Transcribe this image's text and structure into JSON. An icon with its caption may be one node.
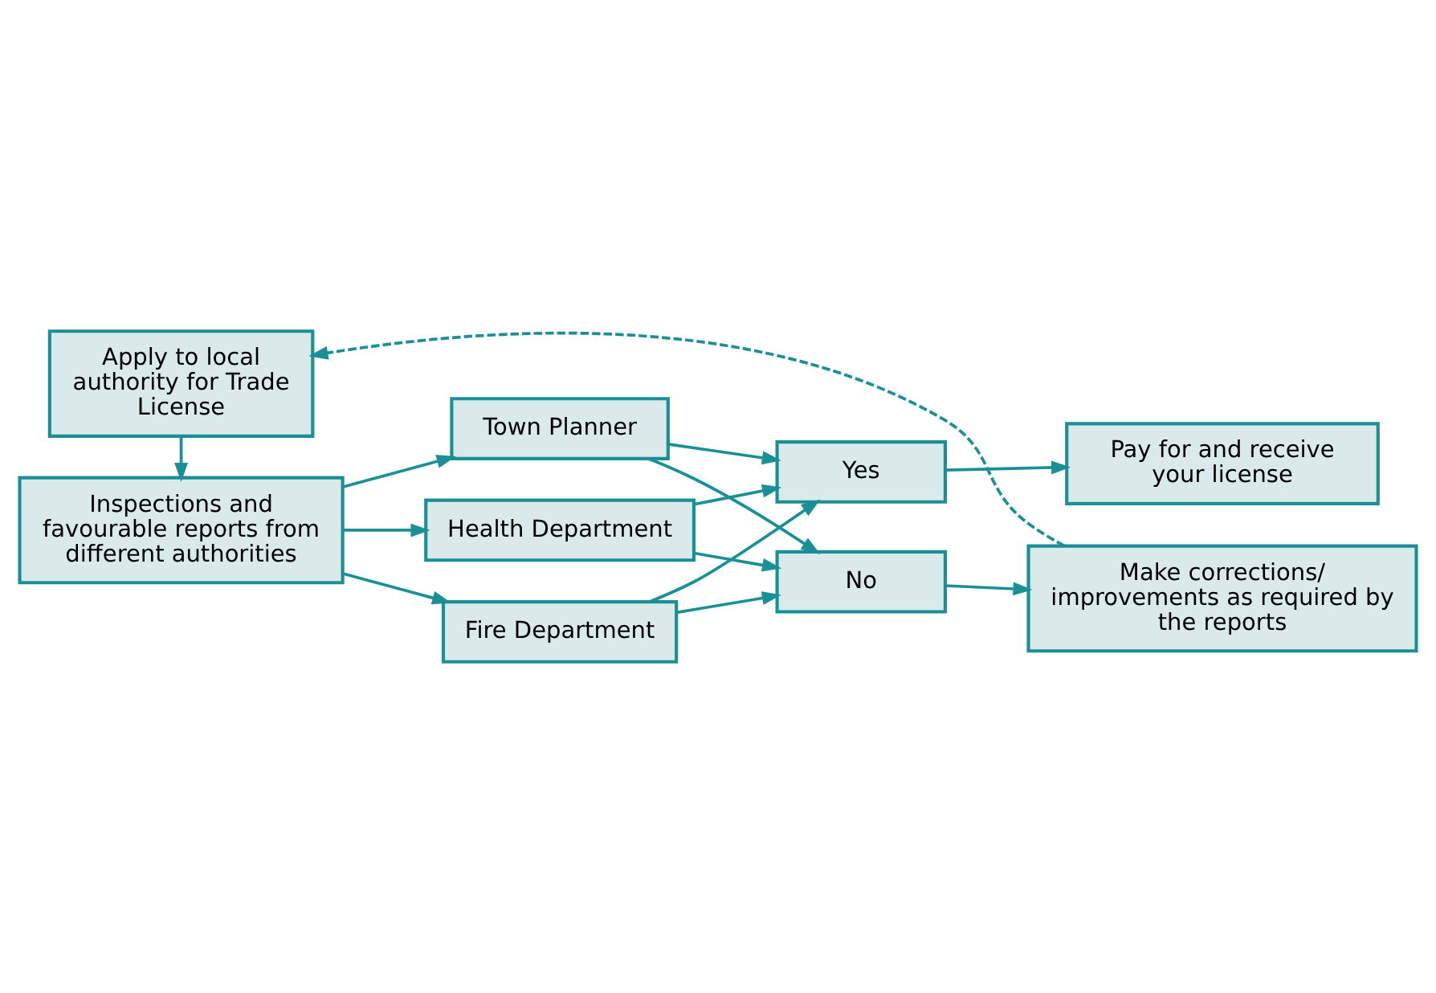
{
  "diagram": {
    "nodes": [
      {
        "text": [
          "Apply to local authority for Trade License"
        ]
      },
      {
        "text": [
          "Make corrections/ improvements as required by the reports"
        ]
      },
      {
        "text": [
          "Town Planner"
        ]
      },
      {
        "text": [
          "No"
        ]
      },
      {
        "text": [
          "Inspections and favourable reports from different authorities"
        ]
      },
      {
        "text": [
          "Health Department"
        ]
      },
      {
        "text": [
          "Fire Department"
        ]
      },
      {
        "text": [
          "Yes"
        ]
      },
      {
        "text": [
          "Pay for and receive your license"
        ]
      }
    ],
    "edges": [
      {
        "from": 1,
        "to": 0,
        "arrow": "to",
        "style": "dashed"
      },
      {
        "from": 0,
        "to": 4,
        "arrow": "to"
      },
      {
        "from": 4,
        "to": 2,
        "arrow": "to"
      },
      {
        "from": 4,
        "to": 5,
        "arrow": "to"
      },
      {
        "from": 4,
        "to": 6,
        "arrow": "to"
      },
      {
        "from": 2,
        "to": 3,
        "arrow": "to"
      },
      {
        "from": 2,
        "to": 7,
        "arrow": "to"
      },
      {
        "from": 5,
        "to": 3,
        "arrow": "to"
      },
      {
        "from": 5,
        "to": 7,
        "arrow": "to"
      },
      {
        "from": 6,
        "to": 3,
        "arrow": "to"
      },
      {
        "from": 6,
        "to": 7,
        "arrow": "to"
      },
      {
        "from": 3,
        "to": 1,
        "arrow": "to"
      },
      {
        "from": 7,
        "to": 8,
        "arrow": "to"
      }
    ]
  }
}
